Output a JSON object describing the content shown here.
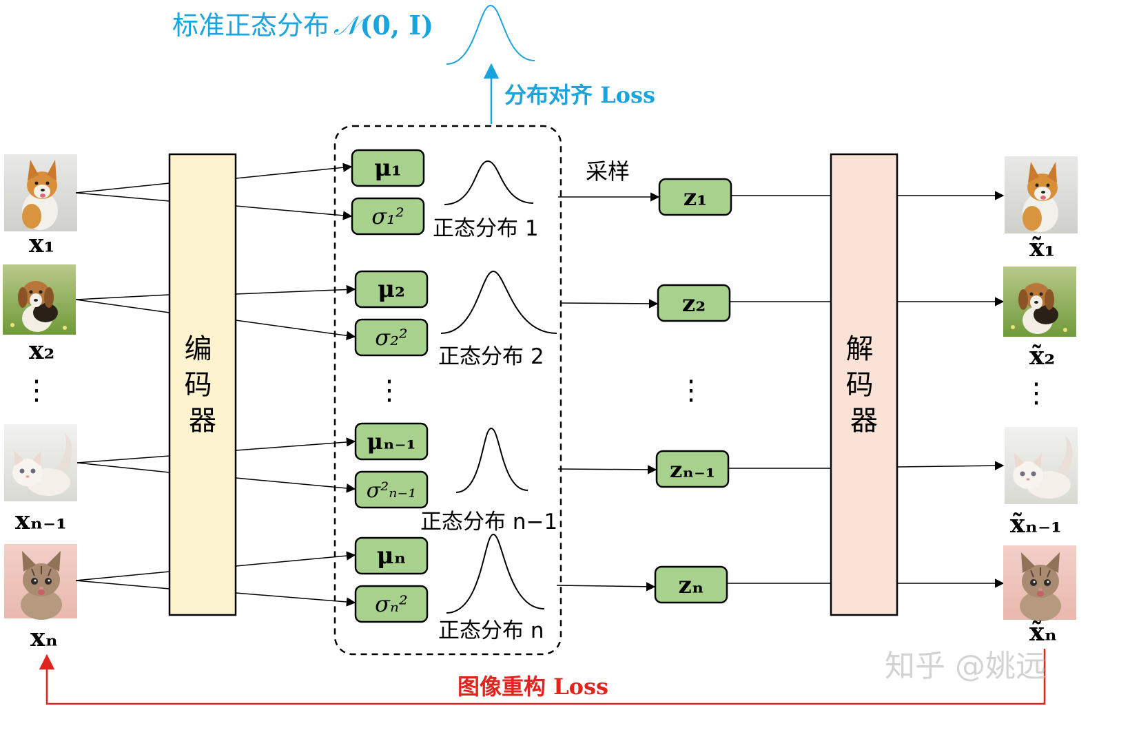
{
  "colors": {
    "encoder_fill": "#fdf3cf",
    "decoder_fill": "#fae3d6",
    "latent_fill": "#a9d18e",
    "prior_text": "#1aa3dd",
    "recon_loss": "#e0241e",
    "line": "#000000",
    "watermark": "#cccccc"
  },
  "prior": {
    "title": "标准正态分布",
    "symbol": "𝒩",
    "params": "(0, I)",
    "loss_label": "分布对齐 Loss"
  },
  "encoder": {
    "label_lines": [
      "编",
      "码",
      "器"
    ]
  },
  "decoder": {
    "label_lines": [
      "解",
      "码",
      "器"
    ]
  },
  "sample_label": "采样",
  "recon_loss_label": "图像重构 Loss",
  "watermark": "知乎 @姚远",
  "ellipsis": "⋮",
  "rows": [
    {
      "input": "x₁",
      "mu": "μ₁",
      "sigma": "σ₁²",
      "dist": "正态分布  1",
      "z": "z₁",
      "output": "x̃₁",
      "image_icon": "corgi-puppy-photo"
    },
    {
      "input": "x₂",
      "mu": "μ₂",
      "sigma": "σ₂²",
      "dist": "正态分布  2",
      "z": "z₂",
      "output": "x̃₂",
      "image_icon": "beagle-puppy-photo"
    },
    {
      "input": "xₙ₋₁",
      "mu": "μₙ₋₁",
      "sigma": "σ²ₙ₋₁",
      "dist": "正态分布  n−1",
      "z": "zₙ₋₁",
      "output": "x̃ₙ₋₁",
      "image_icon": "white-kitten-photo"
    },
    {
      "input": "xₙ",
      "mu": "μₙ",
      "sigma": "σₙ²",
      "dist": "正态分布  n",
      "z": "zₙ",
      "output": "x̃ₙ",
      "image_icon": "tabby-kitten-photo"
    }
  ]
}
